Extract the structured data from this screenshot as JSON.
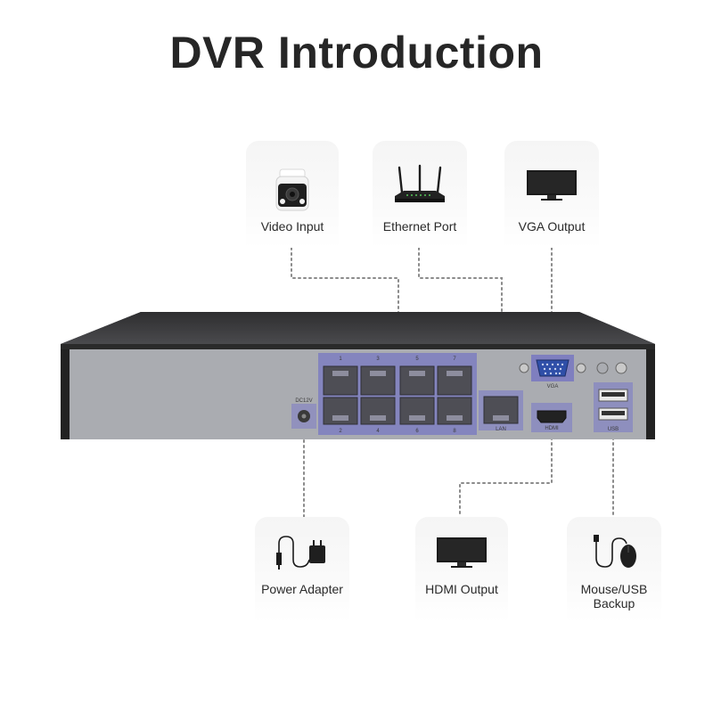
{
  "title": "DVR Introduction",
  "callouts": {
    "video_input": {
      "label": "Video Input",
      "icon": "bullet-camera-icon"
    },
    "ethernet_port": {
      "label": "Ethernet Port",
      "icon": "router-icon"
    },
    "vga_output": {
      "label": "VGA Output",
      "icon": "monitor-icon"
    },
    "power_adapter": {
      "label": "Power Adapter",
      "icon": "power-adapter-icon"
    },
    "hdmi_output": {
      "label": "HDMI Output",
      "icon": "monitor-icon"
    },
    "mouse_usb": {
      "label": "Mouse/USB\nBackup",
      "icon": "mouse-icon"
    }
  },
  "panel_labels": {
    "dc_in": "DC12V",
    "port_top": [
      "1",
      "3",
      "5",
      "7"
    ],
    "port_bottom": [
      "2",
      "4",
      "6",
      "8"
    ],
    "lan": "LAN",
    "vga": "VGA",
    "hdmi": "HDMI",
    "usb": "USB"
  },
  "colors": {
    "highlight": "#6f6fc4",
    "chassis": "#3b3b3d",
    "panel": "#a9abb0",
    "connector_line": "#8a8a8a"
  }
}
